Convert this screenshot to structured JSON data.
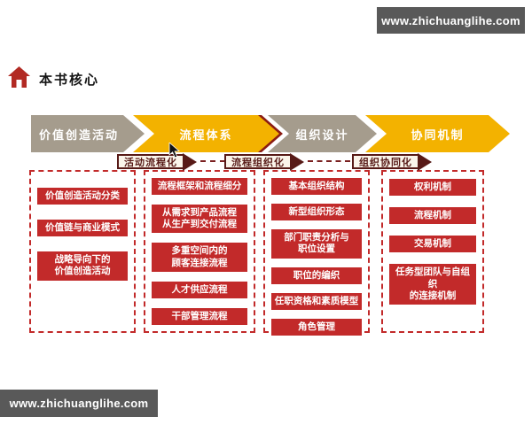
{
  "watermark": {
    "text": "www.zhichuanglihe.com"
  },
  "header": {
    "title": "本书核心"
  },
  "stages": [
    {
      "label": "价值创造活动",
      "color": "#a59c8d"
    },
    {
      "label": "流程体系",
      "color": "#f3b200"
    },
    {
      "label": "组织设计",
      "color": "#a59c8d"
    },
    {
      "label": "协同机制",
      "color": "#f3b200"
    }
  ],
  "transitions": [
    {
      "label": "活动流程化"
    },
    {
      "label": "流程组织化"
    },
    {
      "label": "组织协同化"
    }
  ],
  "columns": [
    {
      "boxes": [
        "价值创造活动分类",
        "价值链与商业模式",
        "战略导向下的\n价值创造活动"
      ]
    },
    {
      "boxes": [
        "流程框架和流程细分",
        "从需求到产品流程\n从生产到交付流程",
        "多重空间内的\n顾客连接流程",
        "人才供应流程",
        "干部管理流程"
      ]
    },
    {
      "boxes": [
        "基本组织结构",
        "新型组织形态",
        "部门职责分析与\n职位设置",
        "职位的编织",
        "任职资格和素质模型",
        "角色管理"
      ]
    },
    {
      "boxes": [
        "权利机制",
        "流程机制",
        "交易机制",
        "任务型团队与自组织\n的连接机制"
      ]
    }
  ],
  "colors": {
    "bar_gray": "#595959",
    "arrow_gray": "#a59c8d",
    "arrow_yellow": "#f3b200",
    "box_red": "#c22a2a",
    "label_maroon": "#571a17",
    "home_red": "#b22a23"
  }
}
